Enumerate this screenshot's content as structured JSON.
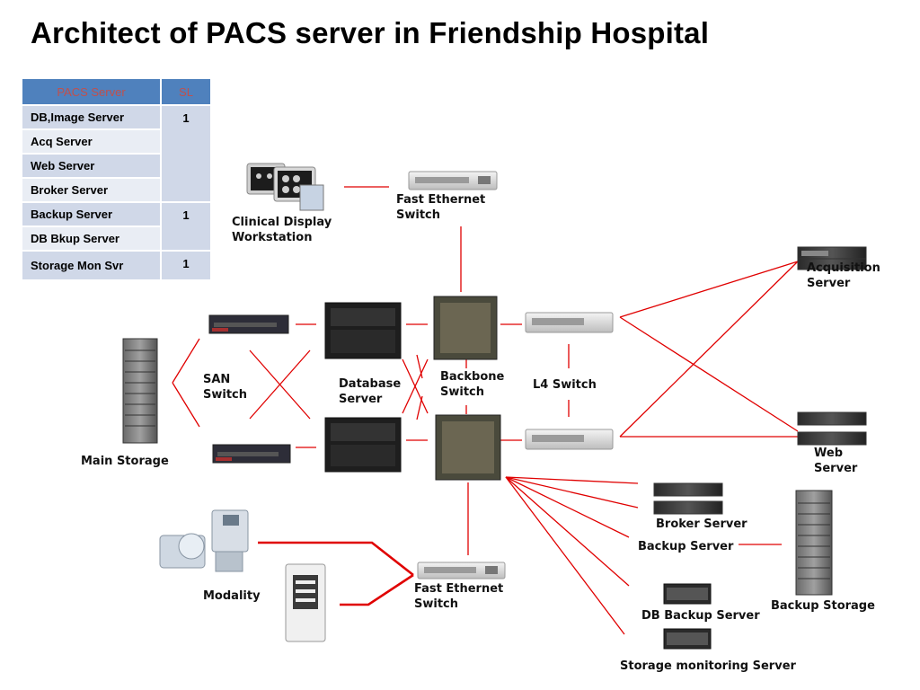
{
  "title": "Architect of PACS server in Friendship Hospital",
  "table": {
    "headers": [
      "PACS Server",
      "SL"
    ],
    "rows": [
      {
        "name": "DB,Image Server",
        "sl": "1"
      },
      {
        "name": "Acq Server",
        "sl": ""
      },
      {
        "name": "Web Server",
        "sl": ""
      },
      {
        "name": "Broker Server",
        "sl": ""
      },
      {
        "name": "Backup Server",
        "sl": "1"
      },
      {
        "name": "DB Bkup Server",
        "sl": ""
      },
      {
        "name": "Storage Mon Svr",
        "sl": "1"
      }
    ]
  },
  "labels": {
    "clinical_display": "Clinical Display\nWorkstation",
    "fast_ethernet_top": "Fast Ethernet\nSwitch",
    "acquisition": "Acquisition\nServer",
    "san_switch": "SAN\nSwitch",
    "database_server": "Database\nServer",
    "backbone_switch": "Backbone\nSwitch",
    "l4_switch": "L4 Switch",
    "main_storage": "Main Storage",
    "web_server": "Web\nServer",
    "broker_server": "Broker Server",
    "backup_server": "Backup Server",
    "backup_storage": "Backup Storage",
    "modality": "Modality",
    "fast_ethernet_bottom": "Fast Ethernet\nSwitch",
    "db_backup_server": "DB Backup Server",
    "storage_monitoring": "Storage monitoring Server"
  },
  "colors": {
    "link_line": "#e00000",
    "table_header": "#4f81bd",
    "table_header_text": "#c0504d",
    "row_dark": "#d0d8e8",
    "row_light": "#e9edf4"
  }
}
